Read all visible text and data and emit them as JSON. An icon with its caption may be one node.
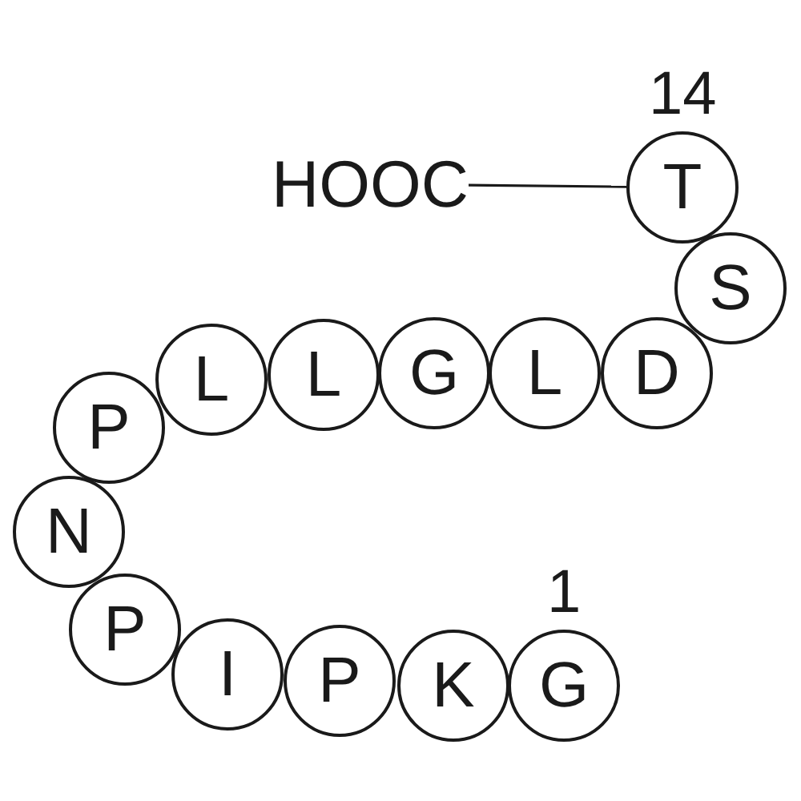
{
  "diagram": {
    "nodes": [
      {
        "text": [
          "HOOC"
        ]
      },
      {
        "text": [
          "T"
        ],
        "beside": [
          "14"
        ]
      },
      {
        "text": [
          "S"
        ]
      },
      {
        "text": [
          "D"
        ]
      },
      {
        "text": [
          "L"
        ]
      },
      {
        "text": [
          "G"
        ]
      },
      {
        "text": [
          "L"
        ]
      },
      {
        "text": [
          "L"
        ]
      },
      {
        "text": [
          "P"
        ]
      },
      {
        "text": [
          "N"
        ]
      },
      {
        "text": [
          "P"
        ]
      },
      {
        "text": [
          "I"
        ]
      },
      {
        "text": [
          "P"
        ]
      },
      {
        "text": [
          "K"
        ]
      },
      {
        "text": [
          "G"
        ],
        "beside": [
          "1"
        ]
      }
    ],
    "edges": [
      {
        "from": 0,
        "to": 1,
        "arrow": "none"
      }
    ]
  }
}
